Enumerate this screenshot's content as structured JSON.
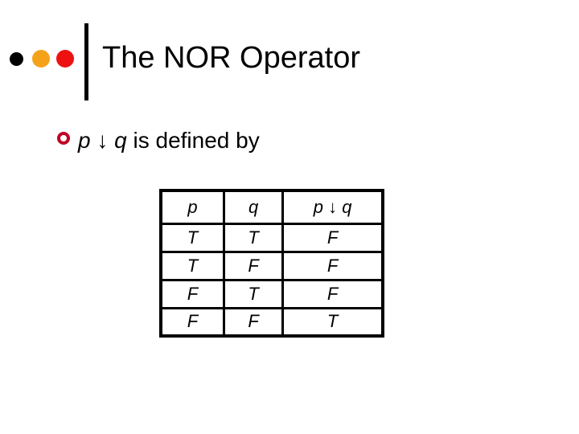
{
  "slide": {
    "title": "The NOR Operator",
    "bullet": {
      "p": "p",
      "arrow": " ↓ ",
      "q": "q",
      "suffix": " is defined by"
    },
    "truth_table": {
      "header": {
        "col1": "p",
        "col2": "q",
        "col3_p": "p",
        "col3_arrow": " ↓ ",
        "col3_q": "q"
      },
      "rows": [
        [
          "T",
          "T",
          "F"
        ],
        [
          "T",
          "F",
          "F"
        ],
        [
          "F",
          "T",
          "F"
        ],
        [
          "F",
          "F",
          "T"
        ]
      ]
    }
  },
  "colors": {
    "background": "#FFFFFF",
    "text": "#000000",
    "decoration_dot_black": "#000000",
    "decoration_dot_orange": "#F5A21B",
    "decoration_dot_red": "#EE1111",
    "decoration_line": "#000000",
    "bullet_ring": "#C00023",
    "table_border": "#000000"
  }
}
